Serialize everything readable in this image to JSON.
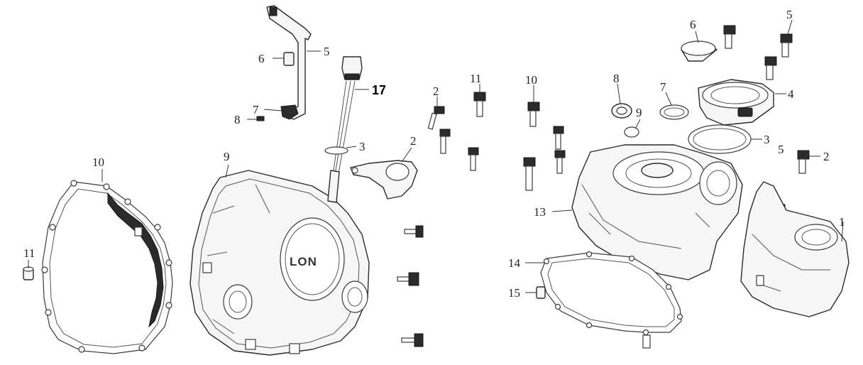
{
  "diagram": {
    "left_group": {
      "callouts": [
        "10",
        "11",
        "9",
        "6",
        "5",
        "7",
        "8",
        "17",
        "3",
        "2"
      ],
      "cover_logo_text": "LON"
    },
    "right_group": {
      "callouts": [
        "2",
        "11",
        "10",
        "8",
        "9",
        "7",
        "6",
        "5",
        "5",
        "4",
        "3",
        "2",
        "13",
        "1",
        "14",
        "15"
      ]
    }
  }
}
